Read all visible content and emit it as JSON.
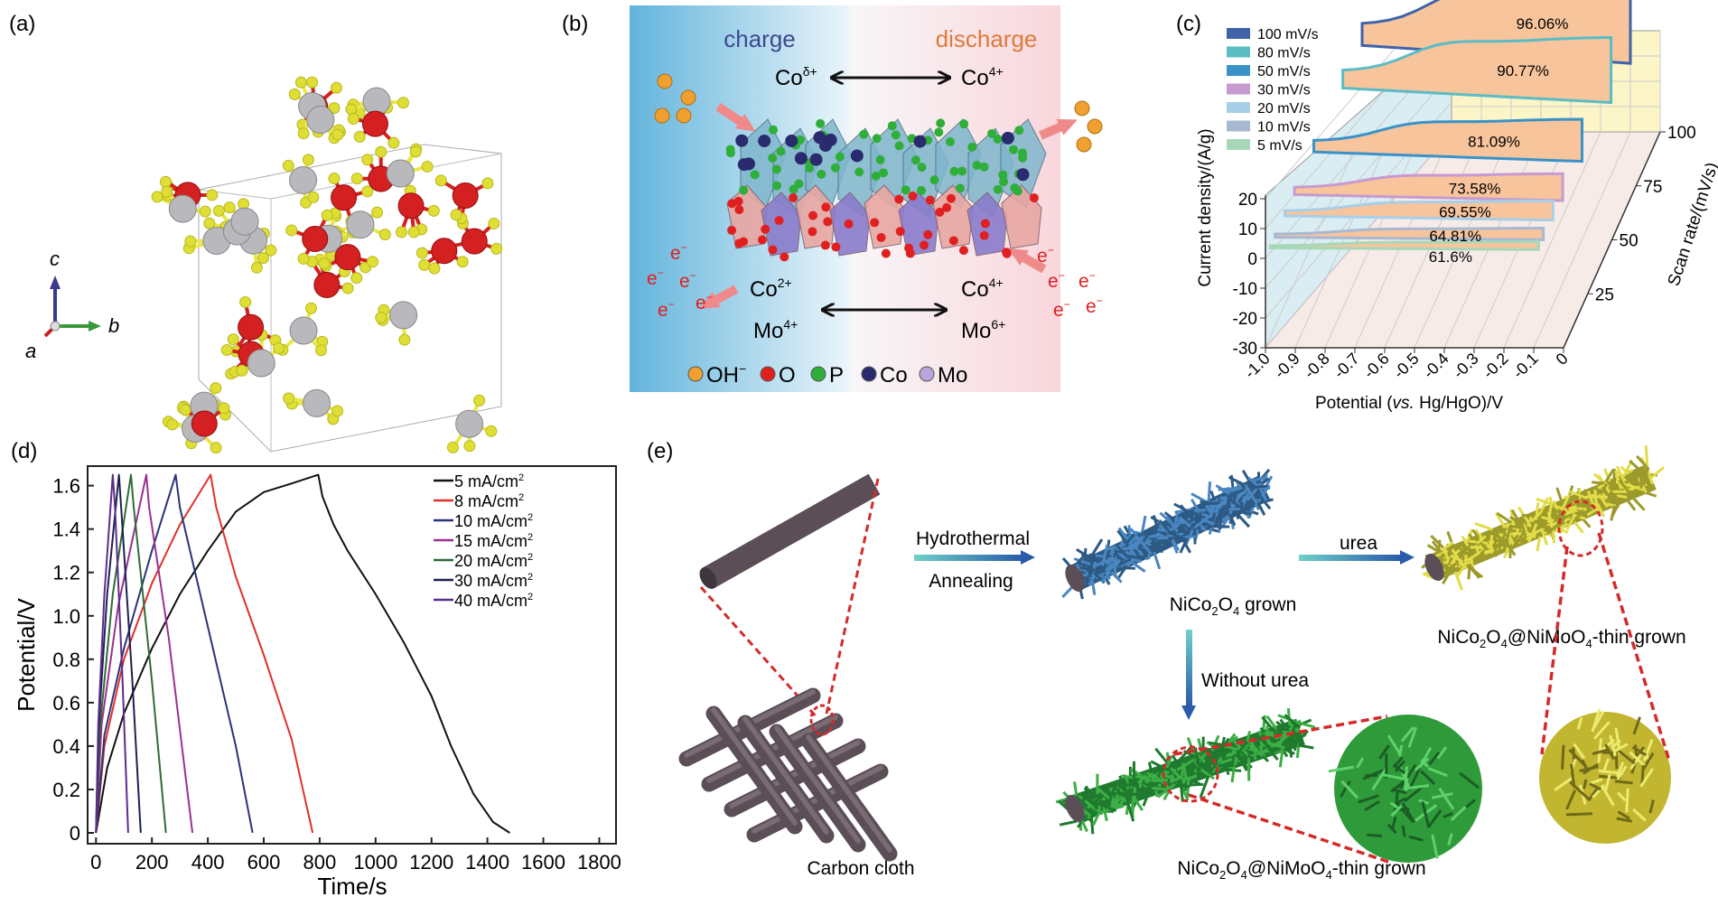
{
  "panel_labels": {
    "a": "(a)",
    "b": "(b)",
    "c": "(c)",
    "d": "(d)",
    "e": "(e)"
  },
  "panel_a": {
    "axes": {
      "c": "c",
      "b": "b",
      "a": "a"
    },
    "atom_colors": {
      "metal_red": "#d42020",
      "metal_grey": "#b9b9bd",
      "ligand_yellow": "#dede35"
    }
  },
  "panel_b": {
    "charge": "charge",
    "discharge": "discharge",
    "top_left_ion": "Co",
    "top_left_sup": "δ+",
    "top_right_ion": "Co",
    "top_right_sup": "4+",
    "bottom_left": [
      {
        "ion": "Co",
        "sup": "2+"
      },
      {
        "ion": "Mo",
        "sup": "4+"
      }
    ],
    "bottom_right": [
      {
        "ion": "Co",
        "sup": "4+"
      },
      {
        "ion": "Mo",
        "sup": "6+"
      }
    ],
    "electron": "e",
    "electron_sup": "−",
    "legend": [
      {
        "label": "OH",
        "sup": "−",
        "color": "#f0a030"
      },
      {
        "label": "O",
        "sup": "",
        "color": "#e02020"
      },
      {
        "label": "P",
        "sup": "",
        "color": "#2fae3a"
      },
      {
        "label": "Co",
        "sup": "",
        "color": "#2a2a6e"
      },
      {
        "label": "Mo",
        "sup": "",
        "color": "#b8a6dc"
      }
    ],
    "charge_color": "#3c4a8c",
    "discharge_color": "#e07a3a"
  },
  "chart_data": [
    {
      "panel": "c",
      "type": "area",
      "title": "",
      "xlabel_pre": "Potential (",
      "xlabel_it": "vs.",
      "xlabel_post": " Hg/HgO)/V",
      "ylabel": "Current density/(A/g)",
      "zlabel": "Scan rate/(mV/s)",
      "xticks": [
        "-1.0",
        "-0.9",
        "-0.8",
        "-0.7",
        "-0.6",
        "-0.5",
        "-0.4",
        "-0.3",
        "-0.2",
        "-0.1",
        "0"
      ],
      "yticks": [
        "20",
        "10",
        "0",
        "-10",
        "-20",
        "-30"
      ],
      "zticks": [
        "25",
        "50",
        "75",
        "100"
      ],
      "xlim": [
        -1.0,
        0
      ],
      "ylim": [
        -30,
        20
      ],
      "zlim": [
        0,
        100
      ],
      "legend_placement": "top-left",
      "series": [
        {
          "name": "100 mV/s",
          "rate": 100,
          "retention": "96.06%",
          "color": "#3f63a8"
        },
        {
          "name": "80 mV/s",
          "rate": 80,
          "retention": "90.77%",
          "color": "#5bbcc4"
        },
        {
          "name": "50 mV/s",
          "rate": 50,
          "retention": "81.09%",
          "color": "#3a92c8"
        },
        {
          "name": "30 mV/s",
          "rate": 30,
          "retention": "73.58%",
          "color": "#c79ad0"
        },
        {
          "name": "20 mV/s",
          "rate": 20,
          "retention": "69.55%",
          "color": "#a8cfe8"
        },
        {
          "name": "10 mV/s",
          "rate": 10,
          "retention": "64.81%",
          "color": "#a9b8d2"
        },
        {
          "name": "5 mV/s",
          "rate": 5,
          "retention": "61.6%",
          "color": "#a6d8b8"
        }
      ],
      "fill_color": "#f7c49c"
    },
    {
      "panel": "d",
      "type": "line",
      "title": "",
      "xlabel": "Time/s",
      "ylabel": "Potential/V",
      "xlim": [
        -30,
        1860
      ],
      "ylim": [
        -0.05,
        1.69
      ],
      "xticks": [
        0,
        200,
        400,
        600,
        800,
        1000,
        1200,
        1400,
        1600,
        1800
      ],
      "yticks": [
        0,
        0.2,
        0.4,
        0.6,
        0.8,
        1.0,
        1.2,
        1.4,
        1.6
      ],
      "ytick_labels": [
        "0",
        "0.2",
        "0.4",
        "0.6",
        "0.8",
        "1.0",
        "1.2",
        "1.4",
        "1.6"
      ],
      "grid": false,
      "legend_placement": "top-right",
      "legend_unit": " mA/cm",
      "legend_sup": "2",
      "series": [
        {
          "name": "5",
          "color": "#111111",
          "points": [
            [
              0,
              0
            ],
            [
              40,
              0.3
            ],
            [
              100,
              0.55
            ],
            [
              200,
              0.85
            ],
            [
              300,
              1.1
            ],
            [
              400,
              1.3
            ],
            [
              500,
              1.48
            ],
            [
              600,
              1.57
            ],
            [
              700,
              1.61
            ],
            [
              795,
              1.65
            ],
            [
              810,
              1.55
            ],
            [
              850,
              1.42
            ],
            [
              900,
              1.3
            ],
            [
              1000,
              1.1
            ],
            [
              1100,
              0.88
            ],
            [
              1200,
              0.63
            ],
            [
              1270,
              0.4
            ],
            [
              1350,
              0.18
            ],
            [
              1420,
              0.05
            ],
            [
              1480,
              0
            ]
          ]
        },
        {
          "name": "8",
          "color": "#e0302a",
          "points": [
            [
              0,
              0
            ],
            [
              30,
              0.4
            ],
            [
              100,
              0.8
            ],
            [
              200,
              1.15
            ],
            [
              300,
              1.42
            ],
            [
              410,
              1.65
            ],
            [
              430,
              1.5
            ],
            [
              500,
              1.18
            ],
            [
              600,
              0.82
            ],
            [
              700,
              0.43
            ],
            [
              740,
              0.2
            ],
            [
              775,
              0
            ]
          ]
        },
        {
          "name": "10",
          "color": "#2c3278",
          "points": [
            [
              0,
              0
            ],
            [
              30,
              0.45
            ],
            [
              100,
              0.85
            ],
            [
              200,
              1.3
            ],
            [
              285,
              1.65
            ],
            [
              300,
              1.5
            ],
            [
              400,
              0.95
            ],
            [
              500,
              0.4
            ],
            [
              560,
              0
            ]
          ]
        },
        {
          "name": "15",
          "color": "#9a3190",
          "points": [
            [
              0,
              0
            ],
            [
              20,
              0.5
            ],
            [
              80,
              1.05
            ],
            [
              180,
              1.65
            ],
            [
              190,
              1.5
            ],
            [
              260,
              0.9
            ],
            [
              345,
              0
            ]
          ]
        },
        {
          "name": "20",
          "color": "#2f6b36",
          "points": [
            [
              0,
              0
            ],
            [
              15,
              0.5
            ],
            [
              60,
              1.1
            ],
            [
              125,
              1.65
            ],
            [
              135,
              1.5
            ],
            [
              200,
              0.7
            ],
            [
              250,
              0
            ]
          ]
        },
        {
          "name": "30",
          "color": "#1f1f52",
          "points": [
            [
              0,
              0
            ],
            [
              10,
              0.5
            ],
            [
              40,
              1.1
            ],
            [
              82,
              1.65
            ],
            [
              90,
              1.5
            ],
            [
              130,
              0.7
            ],
            [
              160,
              0
            ]
          ]
        },
        {
          "name": "40",
          "color": "#5b2c8c",
          "points": [
            [
              0,
              0
            ],
            [
              8,
              0.5
            ],
            [
              30,
              1.1
            ],
            [
              60,
              1.65
            ],
            [
              68,
              1.5
            ],
            [
              95,
              0.7
            ],
            [
              115,
              0
            ]
          ]
        }
      ]
    }
  ],
  "panel_e": {
    "hydrothermal": "Hydrothermal",
    "annealing": "Annealing",
    "urea": "urea",
    "without_urea": "Without urea",
    "carbon_cloth": "Carbon cloth",
    "nico_grown": {
      "a": "NiCo",
      "s1": "2",
      "b": "O",
      "s2": "4",
      "c": " grown"
    },
    "nimoo_grown": {
      "a": "NiCo",
      "s1": "2",
      "b": "O",
      "s2": "4",
      "c": "@NiMoO",
      "s3": "4",
      "d": "-thin grown"
    }
  }
}
